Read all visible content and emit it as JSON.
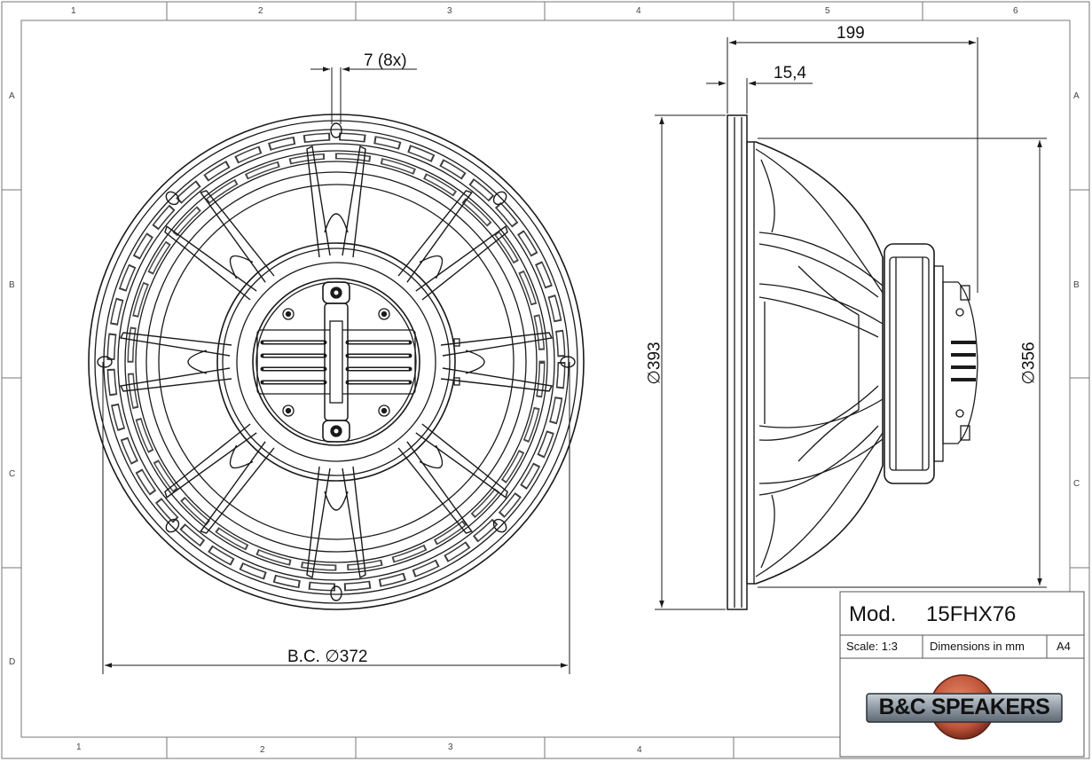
{
  "sheet": {
    "columns_top": [
      "1",
      "2",
      "3",
      "4",
      "5",
      "6"
    ],
    "columns_bottom": [
      "1",
      "2",
      "3",
      "4"
    ],
    "rows": [
      "A",
      "B",
      "C",
      "D"
    ]
  },
  "dimensions": {
    "hole_size": "7 (8x)",
    "bolt_circle": "B.C. ∅372",
    "overall_depth": "199",
    "flange_thickness": "15,4",
    "outer_diameter": "∅393",
    "mount_diameter": "∅356"
  },
  "title_block": {
    "model_label": "Mod.",
    "model_value": "15FHX76",
    "scale": "Scale:  1:3",
    "units": "Dimensions in mm",
    "paper": "A4",
    "logo_text": "B&C SPEAKERS"
  },
  "colors": {
    "line": "#1a1a1a",
    "logo_circle": "#c0553a",
    "logo_band": "#8f9aa5"
  }
}
